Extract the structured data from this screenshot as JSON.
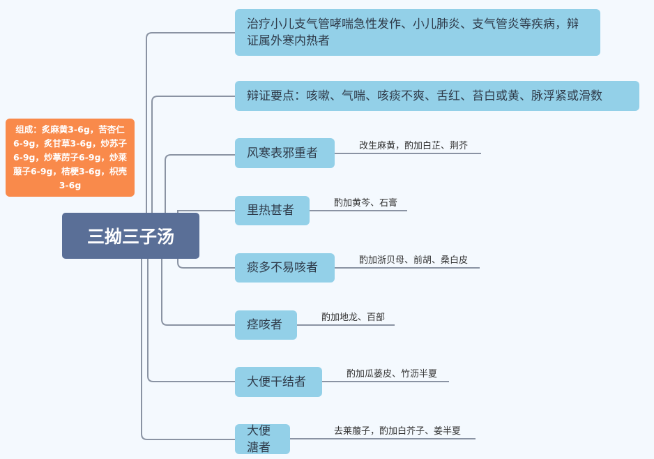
{
  "root": "三拗三子汤",
  "composition": "组成：炙麻黄3-6g，苦杏仁6-9g，炙甘草3-6g，炒苏子6-9g，炒葶苈子6-9g，炒莱菔子6-9g，桔梗3-6g，枳壳3-6g",
  "branches": [
    {
      "label": "治疗小儿支气管哮喘急性发作、小儿肺炎、支气管炎等疾病，辩证属外寒内热者"
    },
    {
      "label": "辩证要点：咳嗽、气喘、咳痰不爽、舌红、苔白或黄、脉浮紧或滑数"
    },
    {
      "label": "风寒表邪重者",
      "note": "改生麻黄，酌加白芷、荆芥"
    },
    {
      "label": "里热甚者",
      "note": "酌加黄芩、石膏"
    },
    {
      "label": "痰多不易咳者",
      "note": "酌加浙贝母、前胡、桑白皮"
    },
    {
      "label": "痉咳者",
      "note": "酌加地龙、百部"
    },
    {
      "label": "大便干结者",
      "note": "酌加瓜蒌皮、竹沥半夏"
    },
    {
      "label": "大便溏者",
      "note": "去莱菔子，酌加白芥子、姜半夏"
    }
  ]
}
